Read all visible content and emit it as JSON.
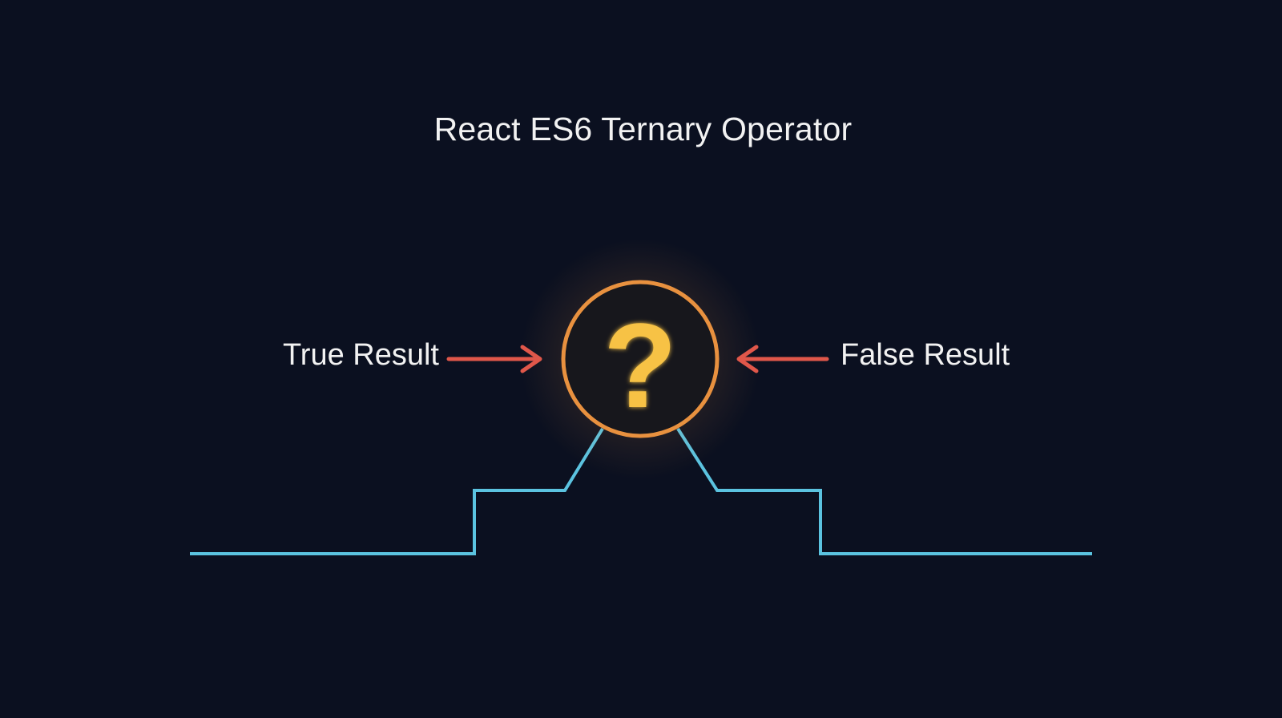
{
  "title": "React ES6 Ternary Operator",
  "true_label": "True Result",
  "false_label": "False Result",
  "center_symbol": "?",
  "colors": {
    "background": "#0b1020",
    "circle_stroke": "#e8913f",
    "question_mark": "#f7c244",
    "arrows": "#e0574a",
    "path_line": "#5bc3e0"
  }
}
